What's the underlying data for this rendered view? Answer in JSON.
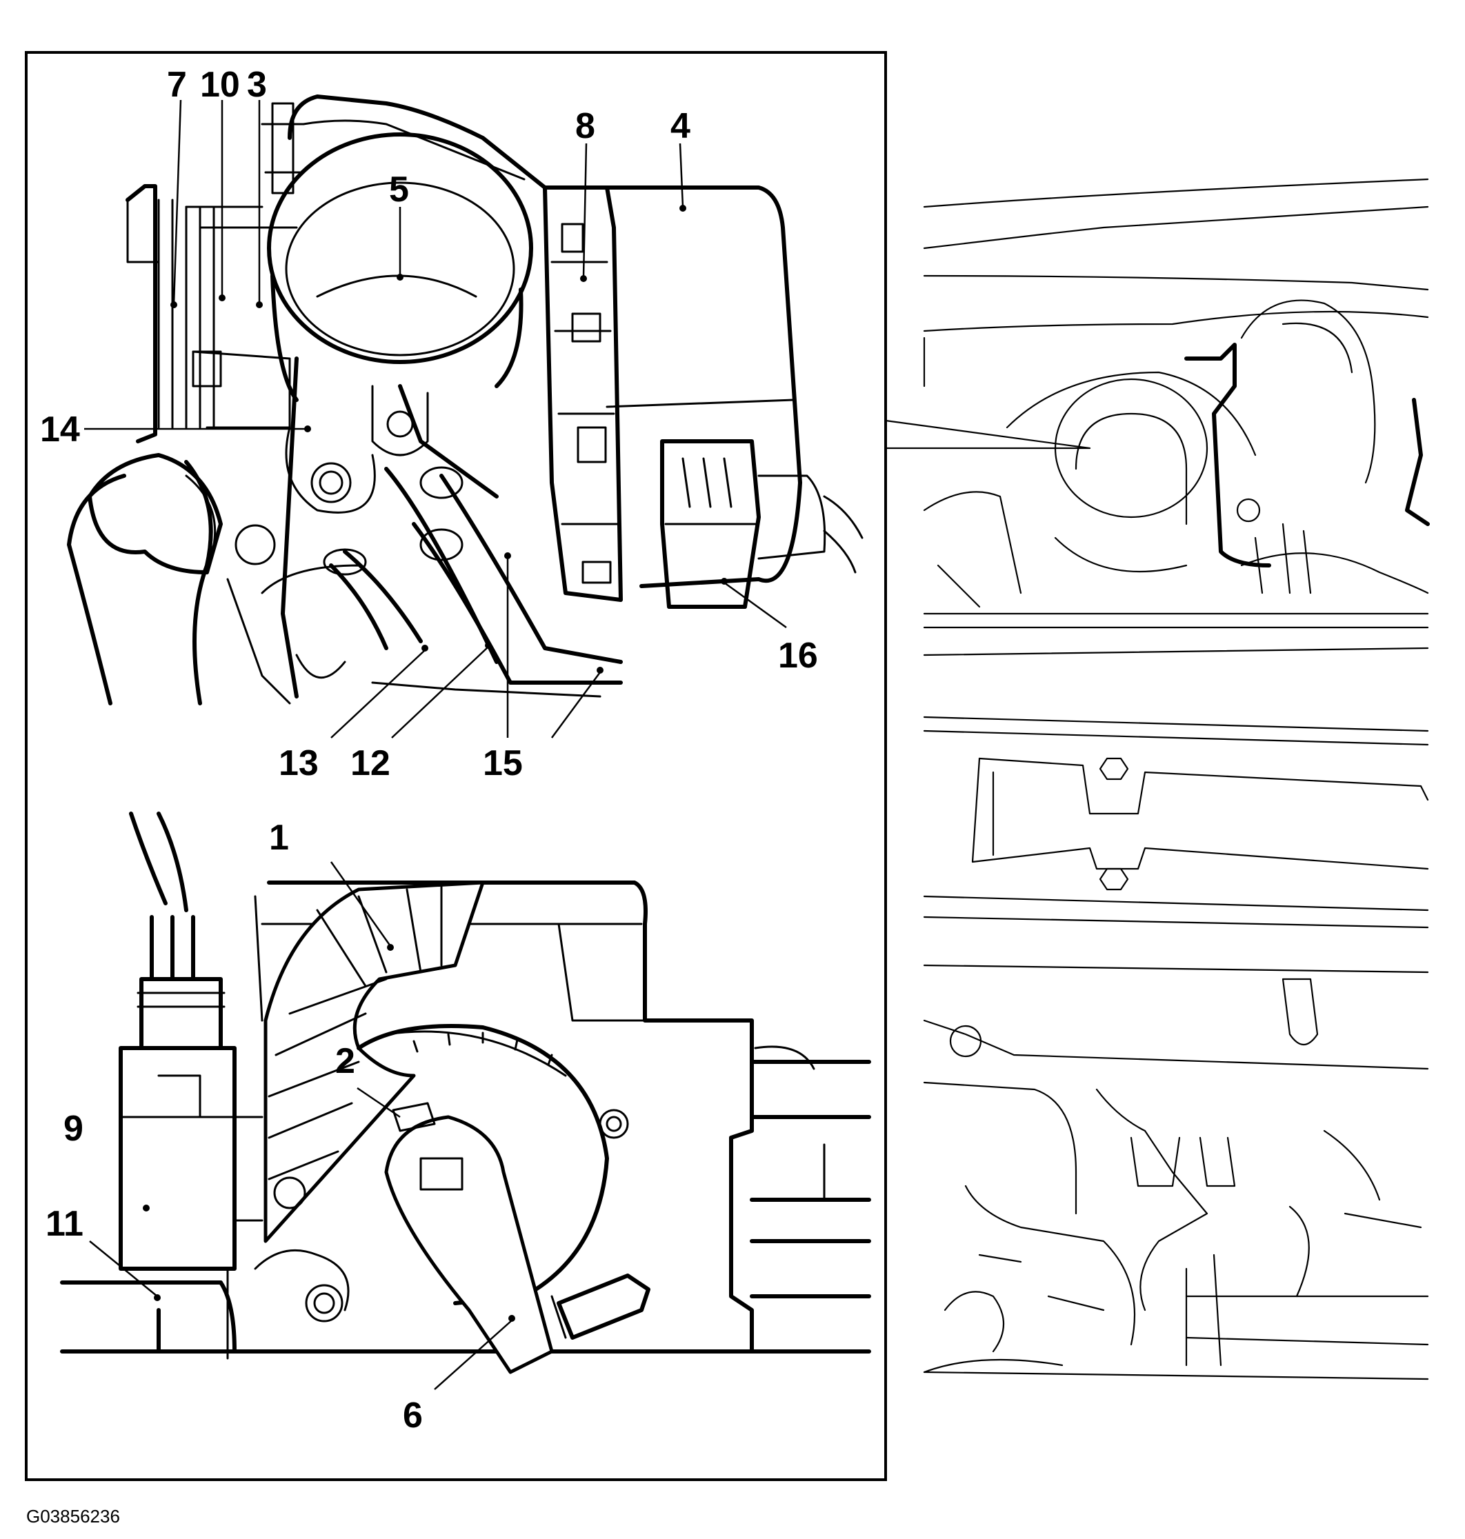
{
  "reference_code": "G03856236",
  "colors": {
    "ink": "#000000",
    "paper": "#ffffff"
  },
  "callouts": {
    "c1": "1",
    "c2": "2",
    "c3": "3",
    "c4": "4",
    "c5": "5",
    "c6": "6",
    "c7": "7",
    "c8": "8",
    "c9": "9",
    "c10": "10",
    "c11": "11",
    "c12": "12",
    "c13": "13",
    "c14": "14",
    "c15": "15",
    "c16": "16"
  }
}
